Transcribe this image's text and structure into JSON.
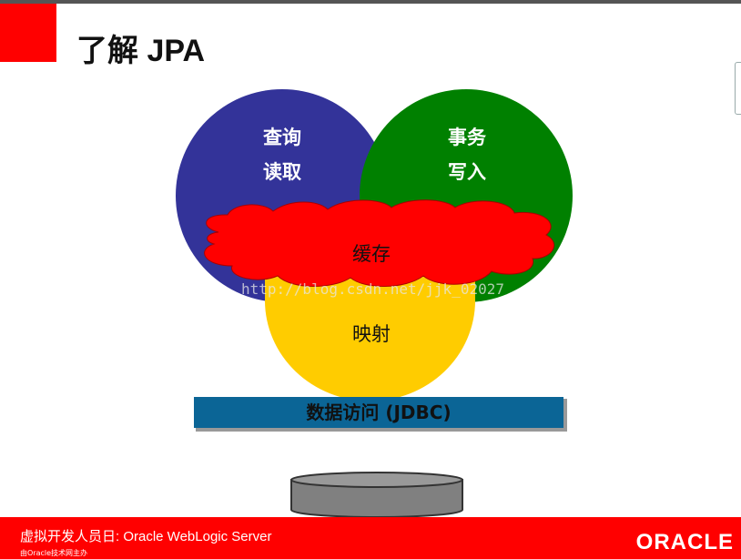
{
  "title": "了解 JPA",
  "diagram": {
    "query_line1": "查询",
    "query_line2": "读取",
    "tx_line1": "事务",
    "tx_line2": "写入",
    "cache": "缓存",
    "mapping": "映射",
    "jdbc": "数据访问 (JDBC)",
    "colors": {
      "query": "#333399",
      "transaction": "#008000",
      "cache": "#ff0000",
      "mapping": "#ffcc00",
      "jdbc": "#0b6596",
      "database": "#808080"
    }
  },
  "watermark": "http://blog.csdn.net/jjk_02027",
  "footer": {
    "line1": "虚拟开发人员日: Oracle WebLogic Server",
    "line2": "由Oracle技术网主办",
    "logo": "ORACLE"
  }
}
